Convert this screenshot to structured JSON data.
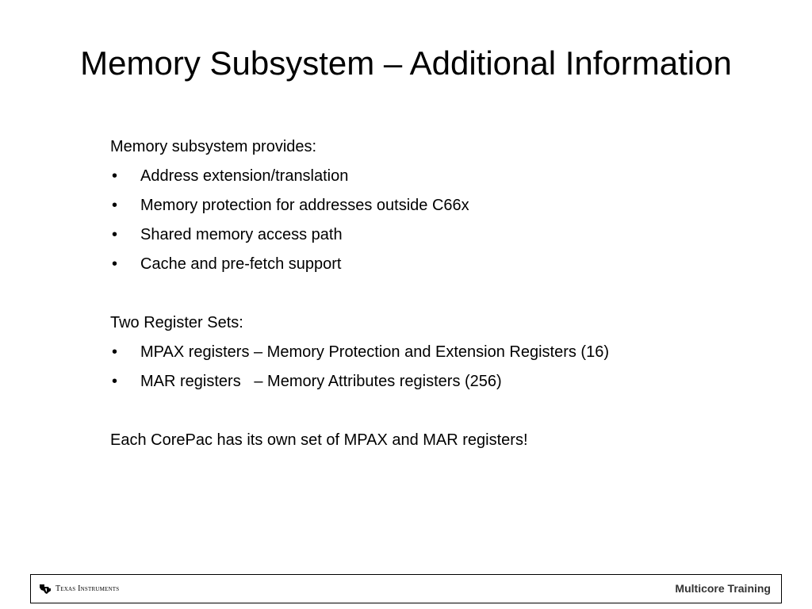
{
  "slide": {
    "title": "Memory Subsystem – Additional Information",
    "section1": {
      "heading": "Memory subsystem provides:",
      "bullets": [
        "Address extension/translation",
        "Memory protection for addresses outside C66x",
        "Shared memory access path",
        "Cache and pre-fetch support"
      ]
    },
    "section2": {
      "heading": "Two Register Sets:",
      "bullets": [
        "MPAX registers – Memory Protection and Extension Registers (16)",
        "MAR registers   – Memory Attributes registers (256)"
      ]
    },
    "closing": "Each CorePac has its own set of MPAX and MAR registers!",
    "bullet_symbol": "•"
  },
  "footer": {
    "logo_text": "Texas Instruments",
    "logo_icon": "texas-state-icon",
    "right_text": "Multicore Training"
  }
}
